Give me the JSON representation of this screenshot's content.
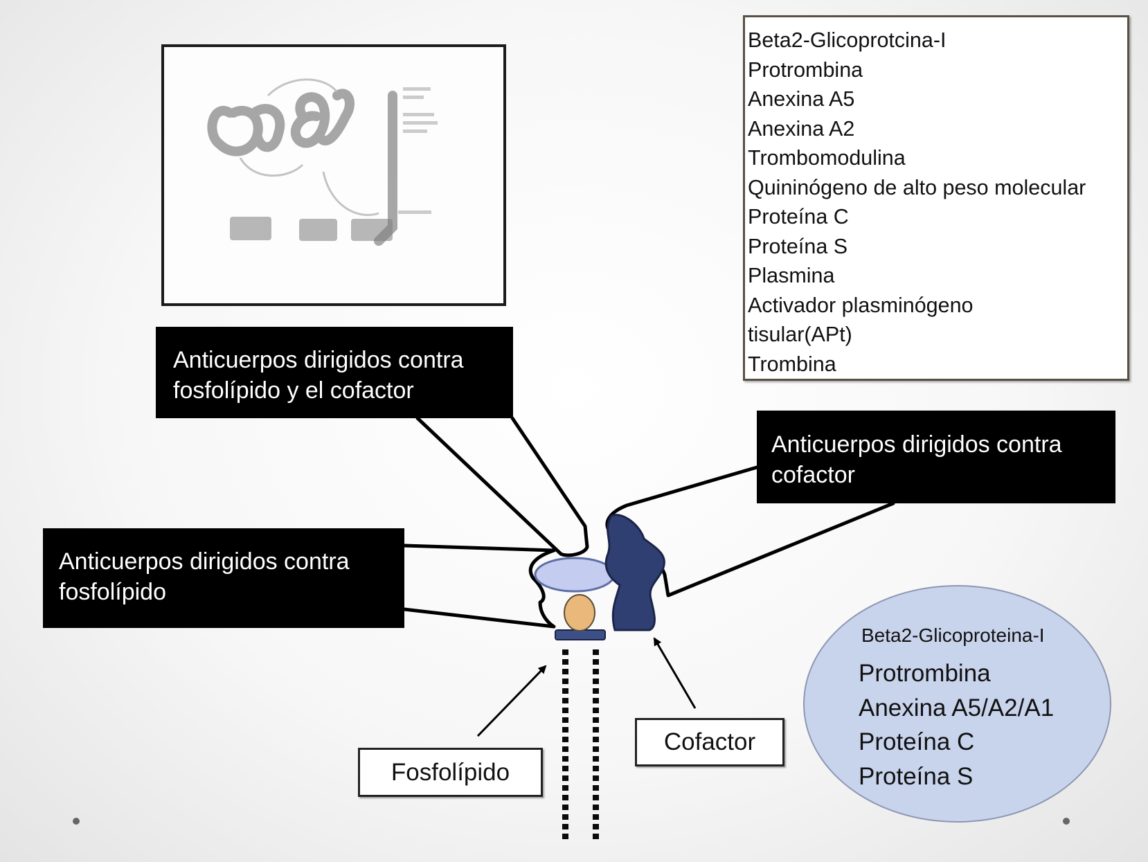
{
  "cofactor_list": {
    "lines": [
      "Beta2-Glicoprotcina-I",
      "Protrombina",
      "Anexina A5",
      "Anexina A2",
      "Trombomodulina",
      "Quininógeno de alto peso molecular",
      "Proteína C",
      "Proteína S",
      "Plasmina",
      "Activador plasminógeno",
      "tisular(APt)",
      "Trombina"
    ]
  },
  "labels": {
    "phospholipid_cofactor_antibodies": [
      "Anticuerpos dirigidos contra",
      "fosfolípido y el cofactor"
    ],
    "cofactor_antibodies": [
      "Anticuerpos dirigidos contra",
      "cofactor"
    ],
    "phospholipid_antibodies": [
      "Anticuerpos dirigidos contra",
      "fosfolípido"
    ],
    "cofactor": "Cofactor",
    "phospholipid": "Fosfolípido"
  },
  "binding_proteins": {
    "title": "Beta2-Glicoproteina-I",
    "items": [
      "Protrombina",
      "Anexina A5/A2/A1",
      "Proteína C",
      "Proteína S"
    ]
  },
  "colors": {
    "cofactor_shape": "#2f3f72",
    "phospholipid_head": "#e9b87a",
    "disc": "#c4cdf0",
    "ellipse": "#c8d3ec",
    "label_background": "#000000"
  }
}
